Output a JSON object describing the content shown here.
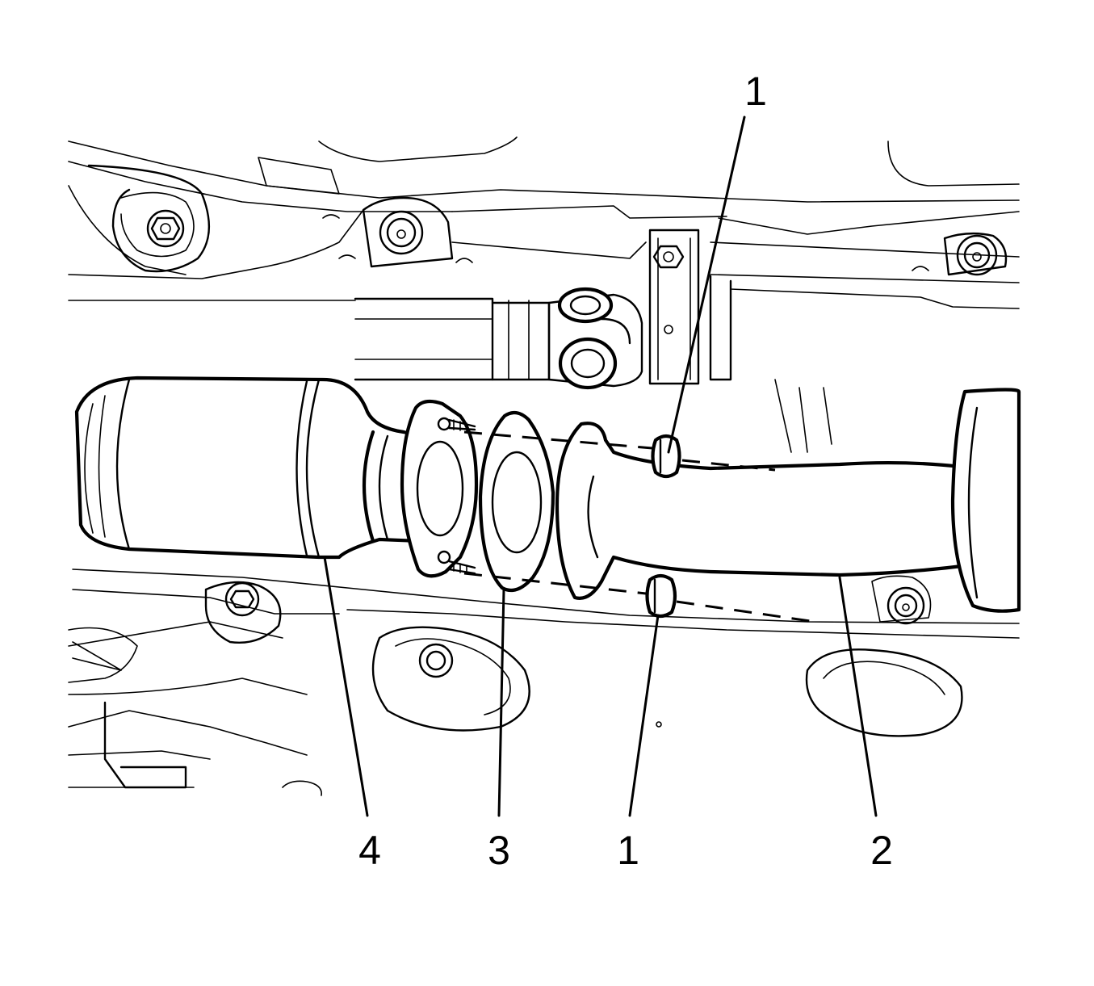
{
  "diagram": {
    "callouts": [
      {
        "id": "nut-upper",
        "label": "1"
      },
      {
        "id": "front-pipe",
        "label": "2"
      },
      {
        "id": "gasket",
        "label": "3"
      },
      {
        "id": "catalytic-converter",
        "label": "4"
      },
      {
        "id": "nut-lower",
        "label": "1"
      }
    ]
  }
}
